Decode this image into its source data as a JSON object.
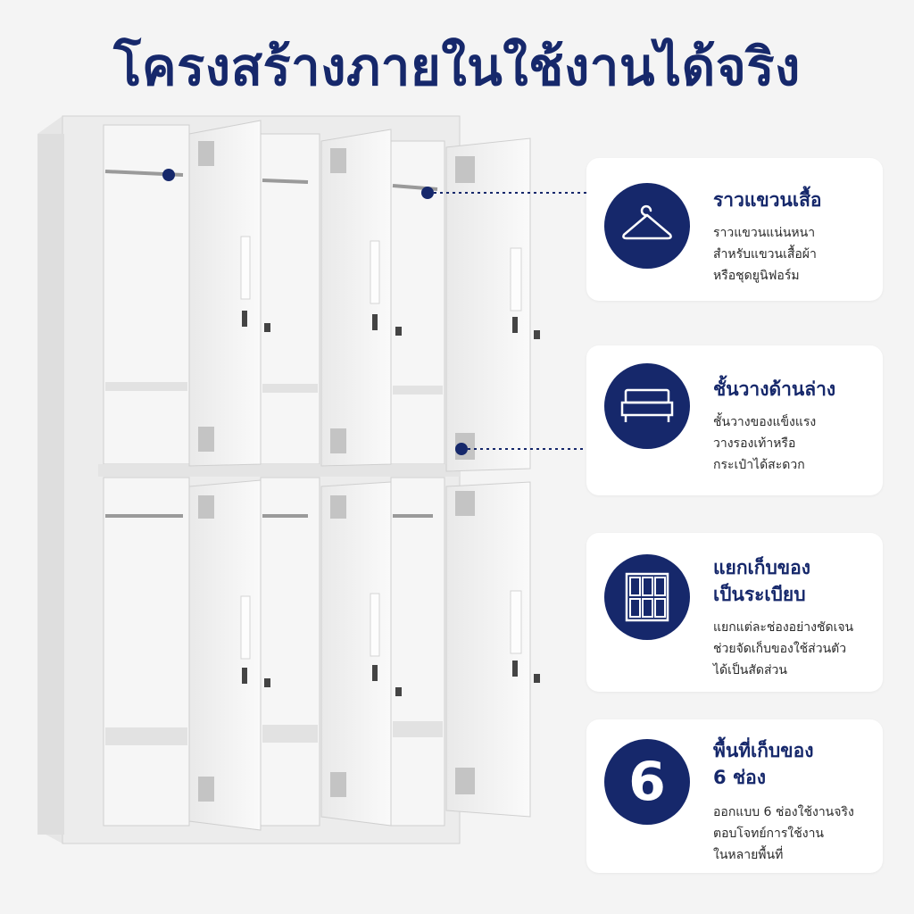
{
  "page": {
    "title": "โครงสร้างภายในใช้งานได้จริง",
    "accent_color": "#16286b"
  },
  "features": [
    {
      "icon": "hanger-icon",
      "title": "ราวแขวนเสื้อ",
      "desc": "ราวแขวนแน่นหนา\nสำหรับแขวนเสื้อผ้า\nหรือชุดยูนิฟอร์ม"
    },
    {
      "icon": "shelf-icon",
      "title": "ชั้นวางด้านล่าง",
      "desc": "ชั้นวางของแข็งแรง\nวางรองเท้าหรือ\nกระเป๋าได้สะดวก"
    },
    {
      "icon": "compartments-icon",
      "title": "แยกเก็บของ\nเป็นระเบียบ",
      "desc": "แยกแต่ละช่องอย่างชัดเจน\nช่วยจัดเก็บของใช้ส่วนตัว\nได้เป็นสัดส่วน"
    },
    {
      "icon": "number-six-icon",
      "number": "6",
      "title": "พื้นที่เก็บของ\n6 ช่อง",
      "desc": "ออกแบบ 6 ช่องใช้งานจริง\nตอบโจทย์การใช้งาน\nในหลายพื้นที่"
    }
  ]
}
